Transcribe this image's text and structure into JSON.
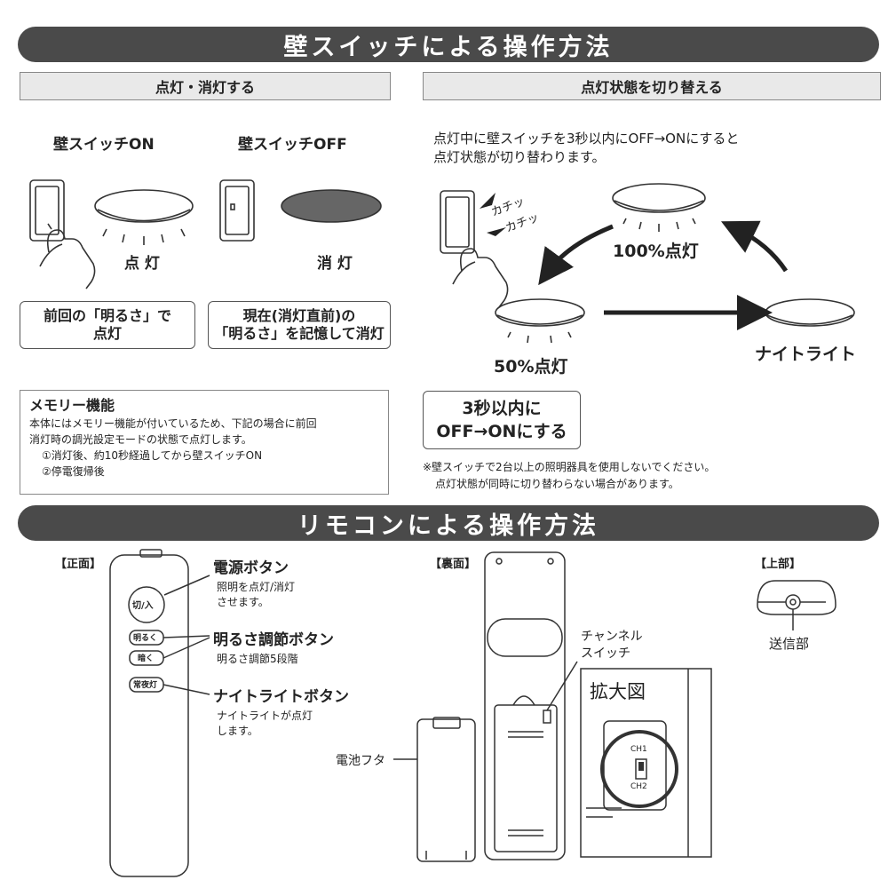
{
  "banners": {
    "wall": "壁スイッチによる操作方法",
    "remote": "リモコンによる操作方法"
  },
  "left": {
    "header": "点灯・消灯する",
    "switch_on": "壁スイッチON",
    "switch_off": "壁スイッチOFF",
    "light_on": "点 灯",
    "light_off": "消 灯",
    "box_on_line1": "前回の「明るさ」で",
    "box_on_line2": "点灯",
    "box_off_line1": "現在(消灯直前)の",
    "box_off_line2": "「明るさ」を記憶して消灯"
  },
  "memory": {
    "title": "メモリー機能",
    "line1": "本体にはメモリー機能が付いているため、下記の場合に前回",
    "line2": "消灯時の調光設定モードの状態で点灯します。",
    "item1": "①消灯後、約10秒経過してから壁スイッチON",
    "item2": "②停電復帰後"
  },
  "right": {
    "header": "点灯状態を切り替える",
    "desc1": "点灯中に壁スイッチを3秒以内にOFF→ONにすると",
    "desc2": "点灯状態が切り替わります。",
    "click1": "カチッ",
    "click2": "カチッ",
    "state100": "100%点灯",
    "state50": "50%点灯",
    "state_night": "ナイトライト",
    "box_line1": "3秒以内に",
    "box_line2": "OFF→ONにする",
    "note1": "※壁スイッチで2台以上の照明器具を使用しないでください。",
    "note2": "点灯状態が同時に切り替わらない場合があります。"
  },
  "remote": {
    "front_label": "【正面】",
    "back_label": "【裏面】",
    "top_label": "【上部】",
    "btn_power": "切/入",
    "btn_bright": "明るく",
    "btn_dark": "暗く",
    "btn_night": "常夜灯",
    "power_title": "電源ボタン",
    "power_desc1": "照明を点灯/消灯",
    "power_desc2": "させます。",
    "dim_title": "明るさ調節ボタン",
    "dim_desc": "明るさ調節5段階",
    "night_title": "ナイトライトボタン",
    "night_desc1": "ナイトライトが点灯",
    "night_desc2": "します。",
    "battery_cover": "電池フタ",
    "channel_line1": "チャンネル",
    "channel_line2": "スイッチ",
    "zoom": "拡大図",
    "ch1": "CH1",
    "ch2": "CH2",
    "transmitter": "送信部"
  }
}
